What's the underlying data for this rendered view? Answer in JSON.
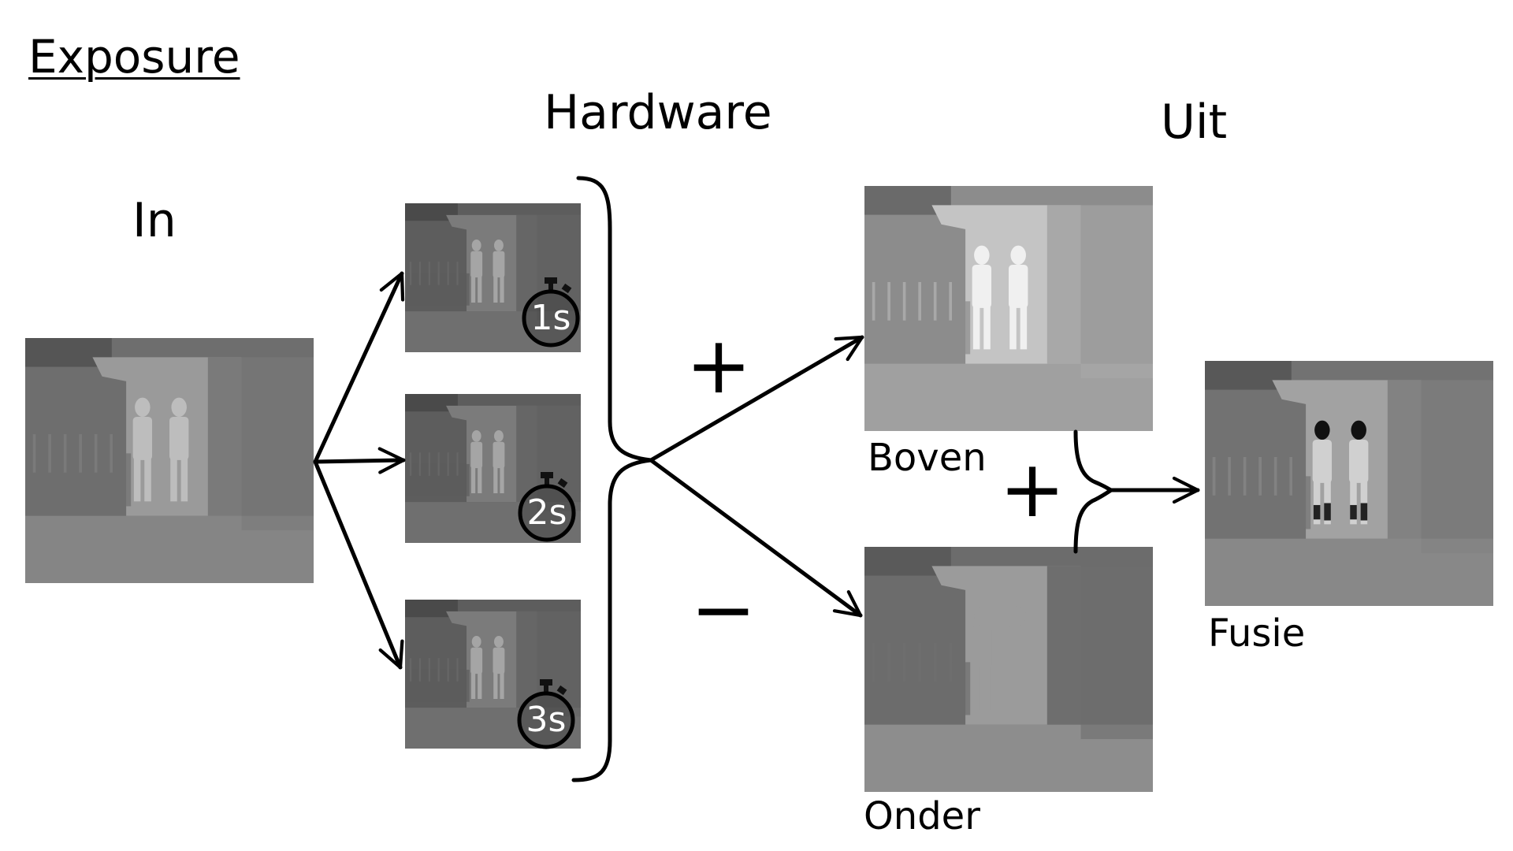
{
  "title": "Exposure",
  "headers": {
    "input": "In",
    "hardware": "Hardware",
    "output": "Uit"
  },
  "exposures": [
    {
      "label": "1s"
    },
    {
      "label": "2s"
    },
    {
      "label": "3s"
    }
  ],
  "operators": {
    "plus": "+",
    "minus": "−",
    "combine": "+"
  },
  "outputs": {
    "upper": "Boven",
    "lower": "Onder",
    "fusion": "Fusie"
  },
  "icons": {
    "timer": "stopwatch-icon",
    "brace": "curly-brace",
    "arrow": "arrow"
  },
  "colors": {
    "stroke": "#000000",
    "thermal_dark": "#5c5c5c",
    "thermal_mid": "#808080",
    "thermal_light": "#c8c8c8",
    "hot_white": "#f2f2f2"
  }
}
